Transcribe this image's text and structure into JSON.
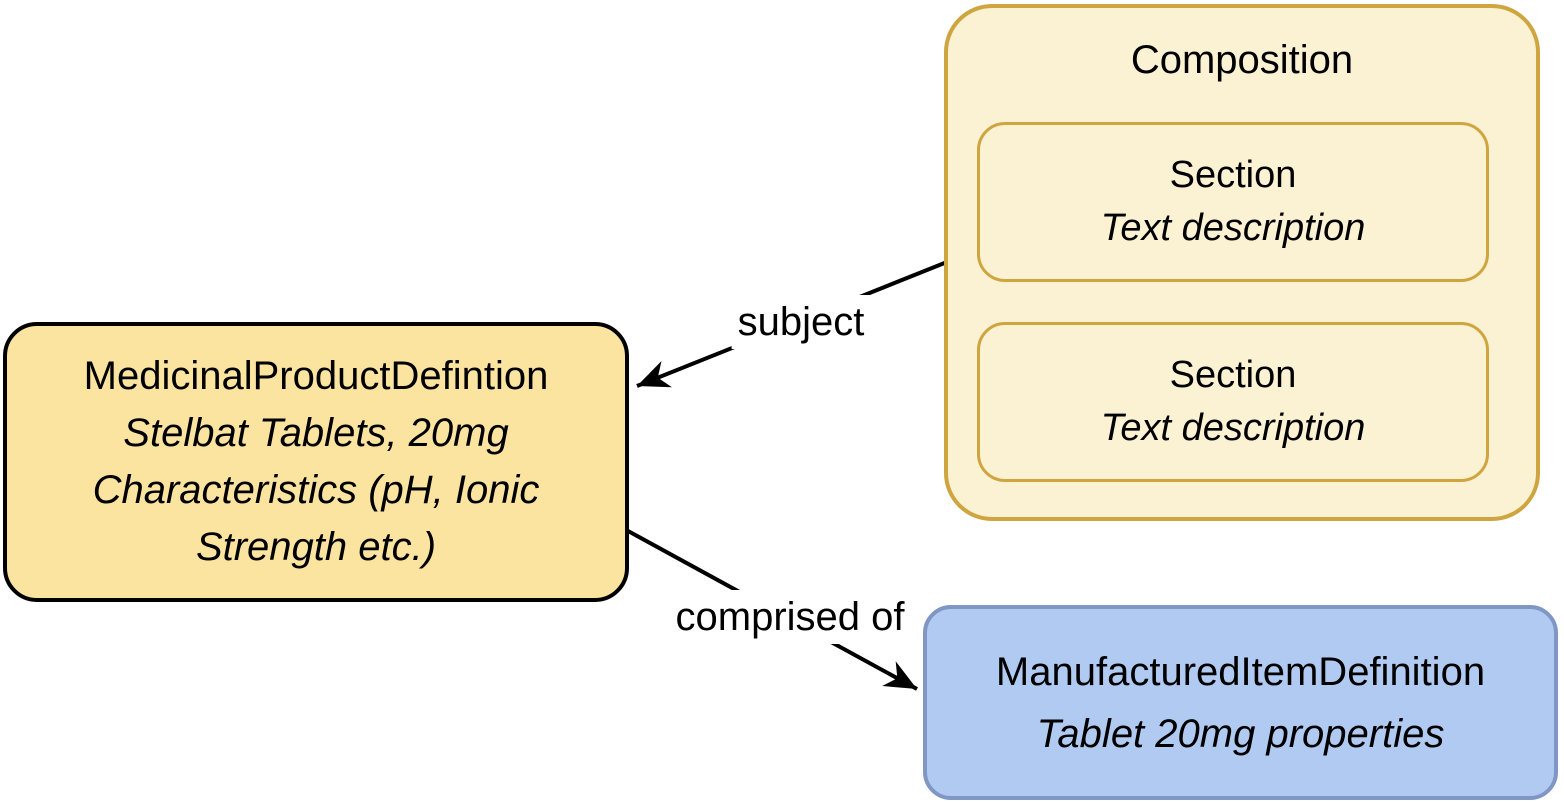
{
  "diagram": {
    "background_color": "#ffffff",
    "nodes": {
      "medicinal_product": {
        "title": "MedicinalProductDefintion",
        "subtitle_lines": [
          "Stelbat Tablets, 20mg",
          "Characteristics (pH, Ionic",
          "Strength etc.)"
        ],
        "fill_color": "#FBE3A0",
        "border_color": "#000000"
      },
      "composition": {
        "title": "Composition",
        "fill_color": "#FBF1D3",
        "border_color": "#CEA53F",
        "sections": [
          {
            "title": "Section",
            "subtitle": "Text description"
          },
          {
            "title": "Section",
            "subtitle": "Text description"
          }
        ]
      },
      "manufactured_item": {
        "title": "ManufacturedItemDefinition",
        "subtitle": "Tablet 20mg properties",
        "fill_color": "#B0CAF1",
        "border_color": "#8096C5"
      }
    },
    "edges": [
      {
        "label": "subject",
        "from": "composition",
        "to": "medicinal_product",
        "color": "#000000"
      },
      {
        "label": "comprised of",
        "from": "medicinal_product",
        "to": "manufactured_item",
        "color": "#000000"
      }
    ]
  }
}
